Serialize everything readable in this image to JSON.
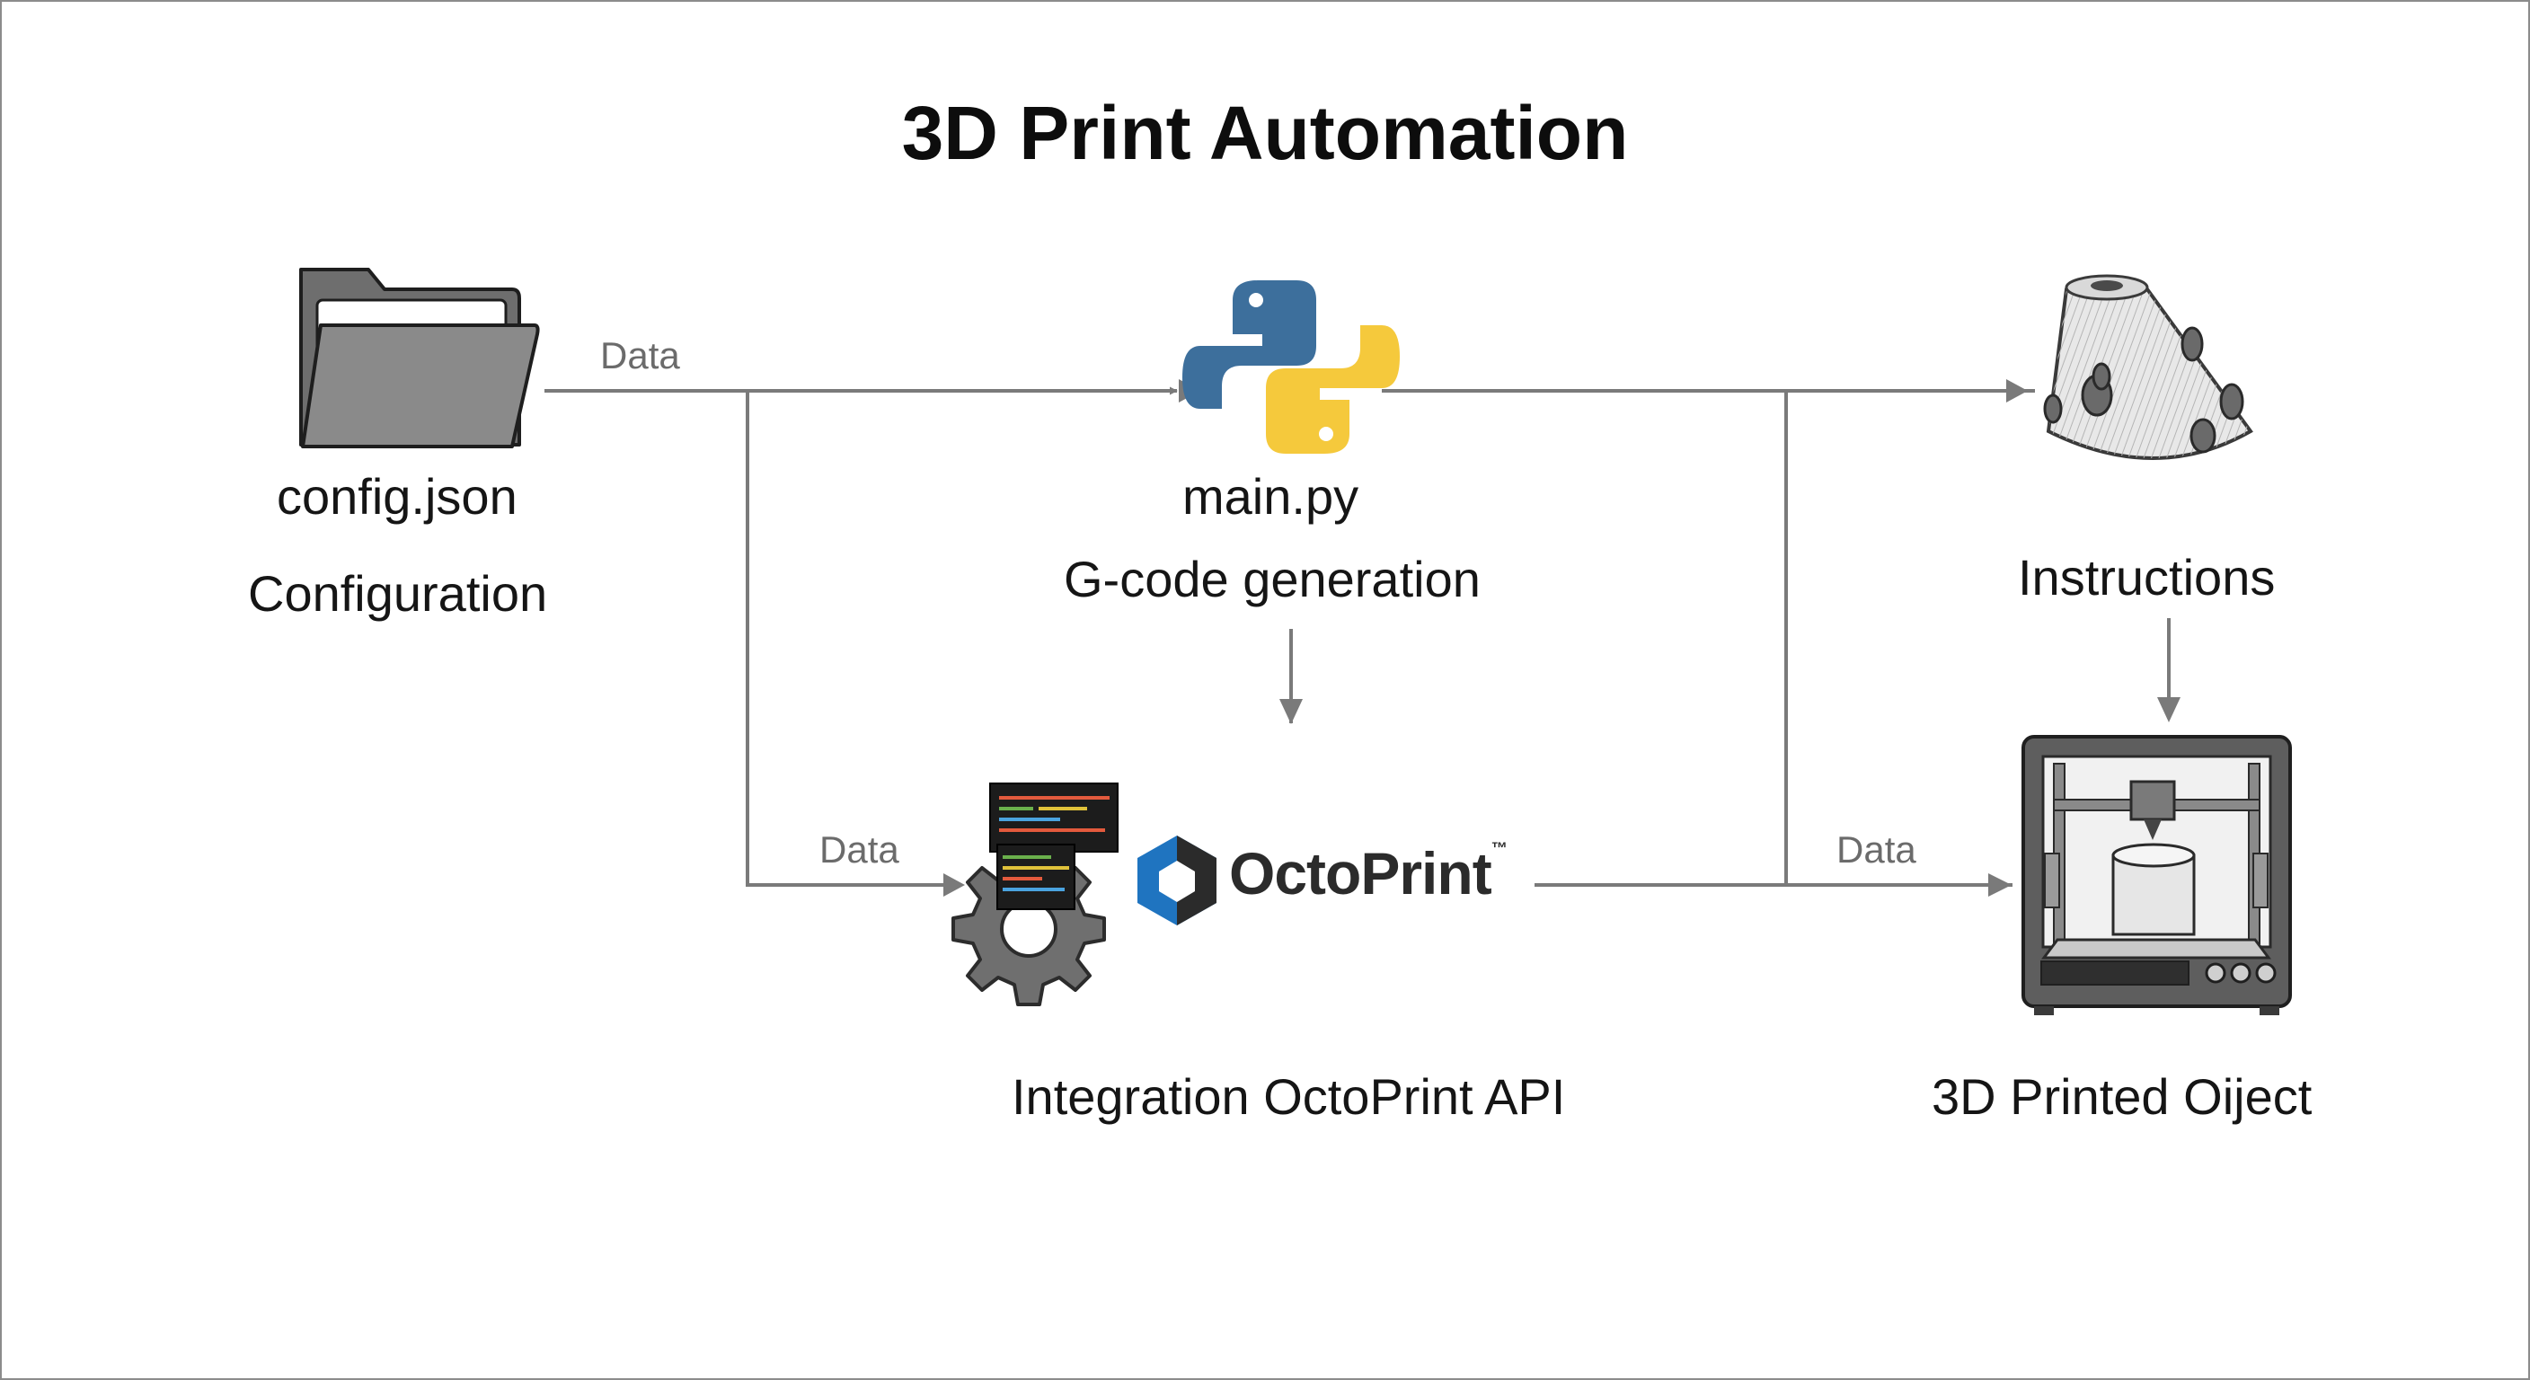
{
  "title": "3D Print Automation",
  "nodes": {
    "config": {
      "file": "config.json",
      "role": "Configuration",
      "icon": "folder-icon"
    },
    "main": {
      "file": "main.py",
      "role": "G-code generation",
      "icon": "python-logo-icon"
    },
    "instructions": {
      "label": "Instructions",
      "icon": "cone-model-icon"
    },
    "octoprint": {
      "brand": "OctoPrint",
      "trademark": "™",
      "caption": "Integration OctoPrint API",
      "icon": "code-gear-icon"
    },
    "printed": {
      "caption": "3D Printed Oiject",
      "icon": "3d-printer-icon"
    }
  },
  "edge_labels": {
    "config_to_main": "Data",
    "config_to_octoprint": "Data",
    "octoprint_to_printer": "Data"
  },
  "colors": {
    "arrow": "#7a7a7a",
    "python_blue": "#3d6f9c",
    "python_yellow": "#f5c93c",
    "octoprint_blue": "#1f74c0",
    "octoprint_dark": "#2b2b2b"
  }
}
